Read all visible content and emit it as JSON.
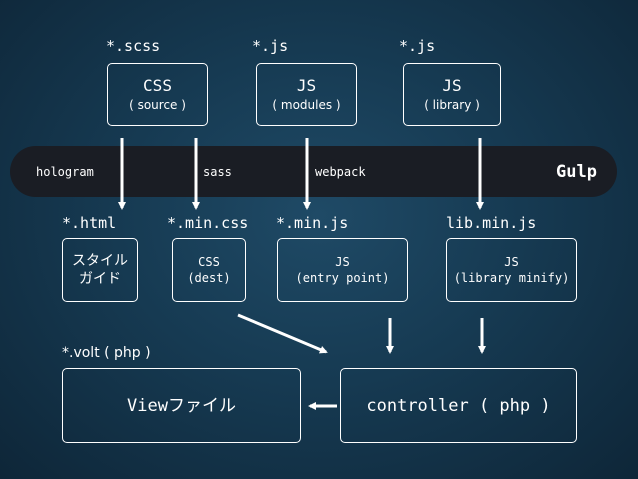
{
  "top": {
    "scss_label": "*.scss",
    "js1_label": "*.js",
    "js2_label": "*.js",
    "css_box": {
      "title": "CSS",
      "sub": "( source )"
    },
    "js_box": {
      "title": "JS",
      "sub": "( modules )"
    },
    "lib_box": {
      "title": "JS",
      "sub": "( library )"
    }
  },
  "gulp_band": {
    "hologram": "hologram",
    "sass": "sass",
    "webpack": "webpack",
    "gulp": "Gulp"
  },
  "bottom": {
    "html_label": "*.html",
    "mincss_label": "*.min.css",
    "minjs_label": "*.min.js",
    "libmin_label": "lib.min.js",
    "styleguide_box": {
      "line1": "スタイル",
      "line2": "ガイド"
    },
    "cssdest_box": {
      "line1": "CSS",
      "line2": "(dest)"
    },
    "entry_box": {
      "line1": "JS",
      "line2": "(entry point)"
    },
    "minify_box": {
      "line1": "JS",
      "line2": "(library minify)"
    }
  },
  "lower": {
    "volt_label": "*.volt ( php )",
    "view_box": "Viewファイル",
    "controller_box": "controller ( php )"
  },
  "colors": {
    "line": "#ffffff",
    "band": "#1a1d24",
    "background": "#163a52"
  }
}
